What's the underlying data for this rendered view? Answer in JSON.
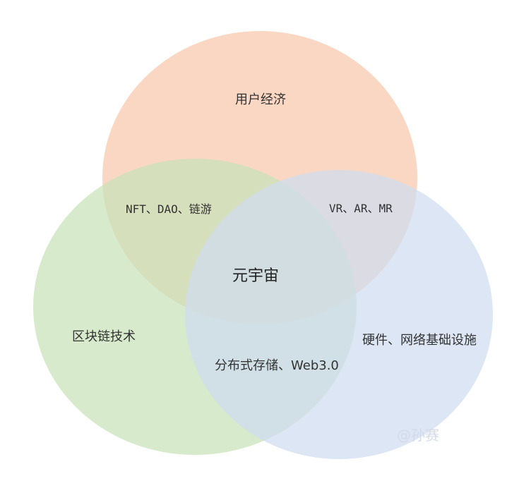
{
  "colors": {
    "top_circle": "#f8c7aa",
    "left_circle": "#c8e2b8",
    "right_circle": "#cfddf0",
    "text": "#333333"
  },
  "circles": {
    "top": "用户经济",
    "left": "区块链技术",
    "right": "硬件、网络基础设施"
  },
  "overlaps": {
    "top_left": "NFT、DAO、链游",
    "top_right": "VR、AR、MR",
    "left_right": "分布式存储、Web3.0",
    "center": "元宇宙"
  },
  "watermark": "@孙赛"
}
